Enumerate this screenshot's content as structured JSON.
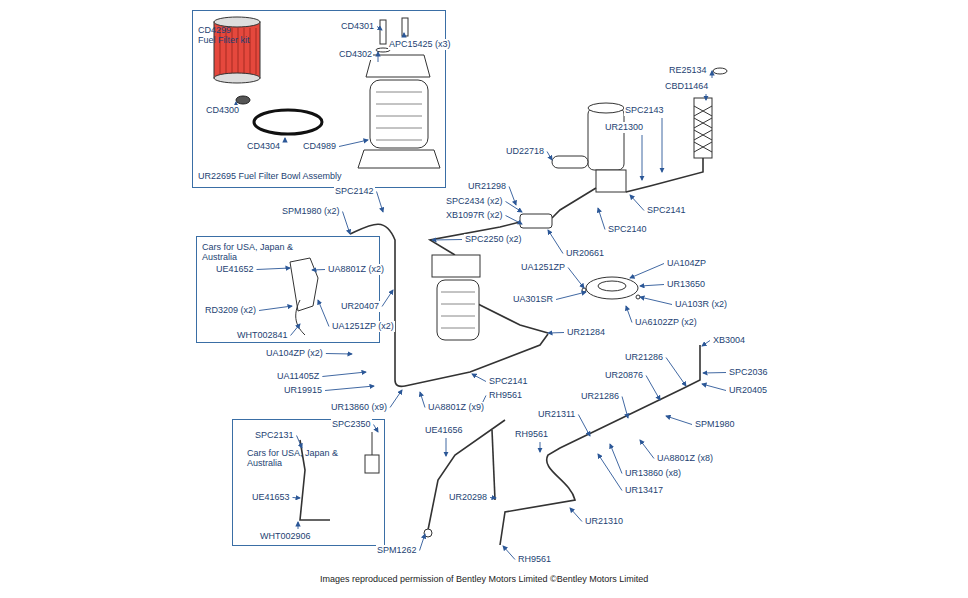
{
  "diagram": {
    "caption": "Images reproduced permission of Bentley Motors Limited ©Bentley Motors Limited",
    "nodes": [
      {
        "text": [
          "CD4299 Fuel Filter kit",
          "UR22695 Fuel Filter Bowl Assembly"
        ]
      },
      {
        "text": [
          "Cars for USA, Japan & Australia"
        ]
      },
      {
        "text": [
          "Cars for USA, Japan & Australia"
        ]
      }
    ],
    "labels": [
      "CD4301",
      "APC15425 (x3)",
      "CD4302",
      "CD4300",
      "CD4304",
      "CD4989",
      "RE25134",
      "CBD11464",
      "SPC2143",
      "UR21300",
      "UD22718",
      "UR21298",
      "SPC2434 (x2)",
      "XB1097R (x2)",
      "SPC2141",
      "SPC2140",
      "SPC2142",
      "SPM1980 (x2)",
      "SPC2250 (x2)",
      "UR20661",
      "UE41652",
      "UA8801Z (x2)",
      "RD3209 (x2)",
      "WHT002841",
      "UA1251ZP (x2)",
      "UA1251ZP",
      "UA104ZP",
      "UR13650",
      "UA301SR",
      "UA103R (x2)",
      "UA6102ZP (x2)",
      "UR20407",
      "UR21284",
      "XB3004",
      "UA104ZP (x2)",
      "UR21286",
      "SPC2036",
      "UR20876",
      "UA11405Z",
      "UR19915",
      "UR20405",
      "SPC2141",
      "RH9561",
      "UR21286",
      "UR13860 (x9)",
      "UA8801Z (x9)",
      "UR21311",
      "SPM1980",
      "UE41656",
      "RH9561",
      "UA8801Z (x8)",
      "UR13860 (x8)",
      "UR13417",
      "UR20298",
      "UR21310",
      "SPM1262",
      "RH9561",
      "SPC2350",
      "SPC2131",
      "UE41653",
      "WHT002906"
    ]
  }
}
